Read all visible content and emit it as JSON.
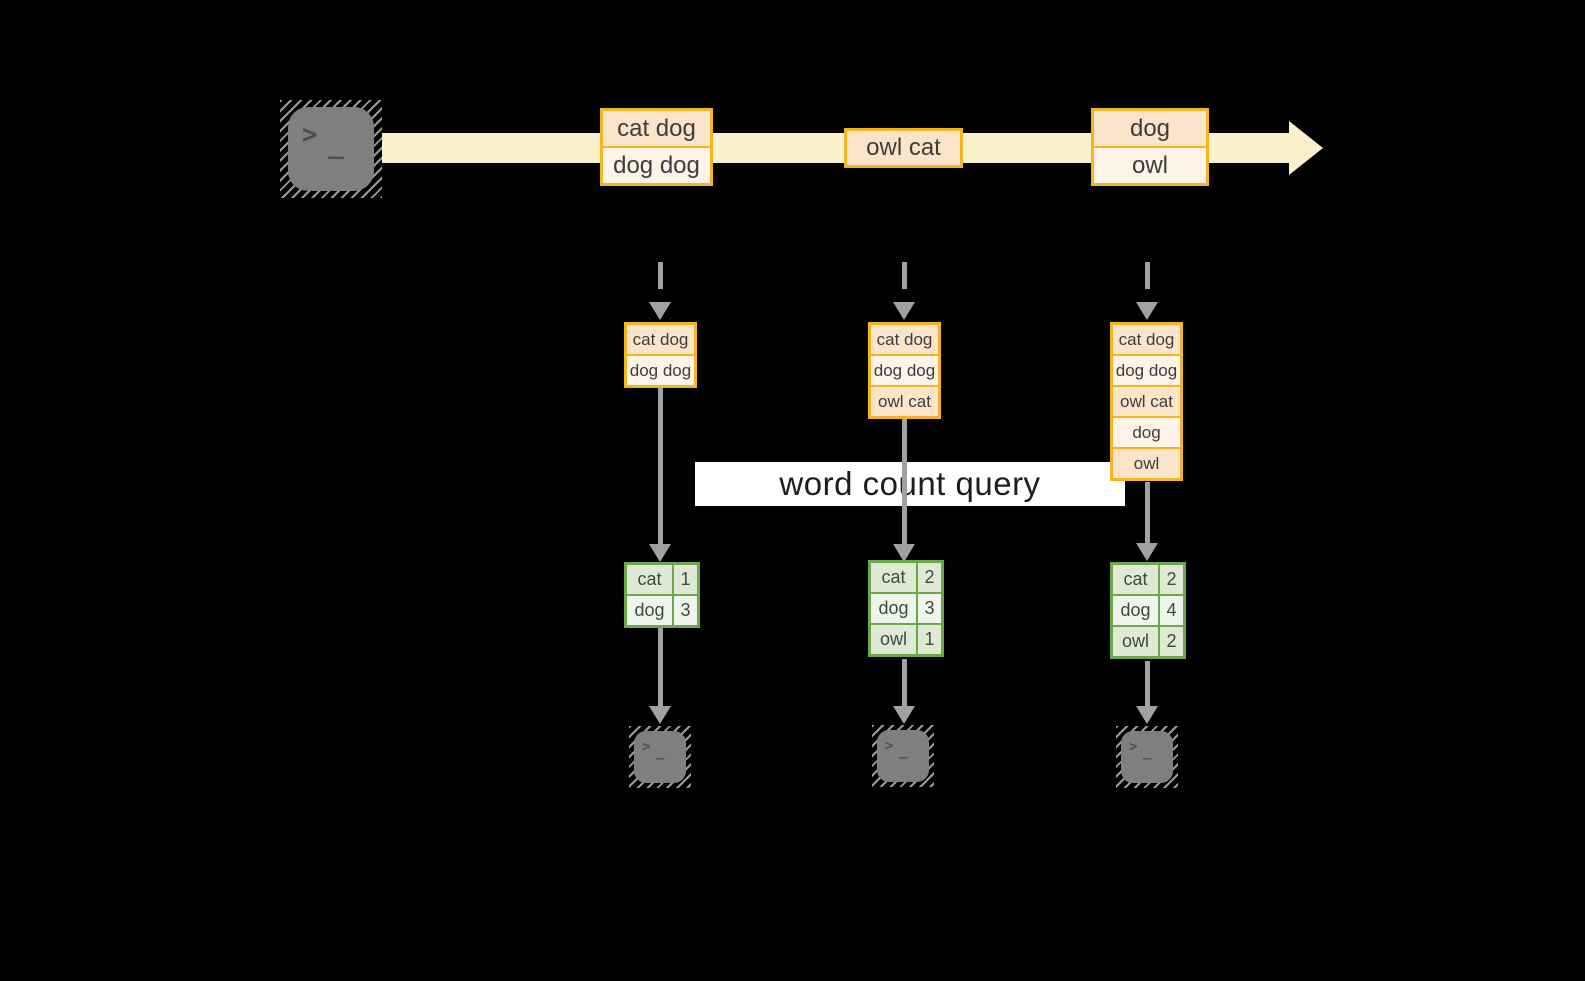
{
  "banner": {
    "label": "word count query"
  },
  "timeline": {
    "source_icon": "terminal",
    "events": [
      {
        "rows": [
          "cat dog",
          "dog dog"
        ]
      },
      {
        "rows": [
          "owl cat"
        ]
      },
      {
        "rows": [
          "dog",
          "owl"
        ]
      }
    ]
  },
  "columns": [
    {
      "buffer": [
        "cat dog",
        "dog dog"
      ],
      "counts": [
        {
          "word": "cat",
          "count": "1"
        },
        {
          "word": "dog",
          "count": "3"
        }
      ]
    },
    {
      "buffer": [
        "cat dog",
        "dog dog",
        "owl cat"
      ],
      "counts": [
        {
          "word": "cat",
          "count": "2"
        },
        {
          "word": "dog",
          "count": "3"
        },
        {
          "word": "owl",
          "count": "1"
        }
      ]
    },
    {
      "buffer": [
        "cat dog",
        "dog dog",
        "owl cat",
        "dog",
        "owl"
      ],
      "counts": [
        {
          "word": "cat",
          "count": "2"
        },
        {
          "word": "dog",
          "count": "4"
        },
        {
          "word": "owl",
          "count": "2"
        }
      ]
    }
  ],
  "colors": {
    "background": "#000000",
    "stream_arrow": "#faf0cb",
    "event_border": "#f4b61f",
    "event_fill_dark": "#fbe4c9",
    "event_fill_light": "#fdf3e7",
    "table_border": "#6ca64d",
    "table_fill_dark": "#dfe9d4",
    "table_fill_light": "#f0f5eb",
    "flow_arrow": "#a1a1a1",
    "terminal_gray": "#7f7f7f"
  }
}
